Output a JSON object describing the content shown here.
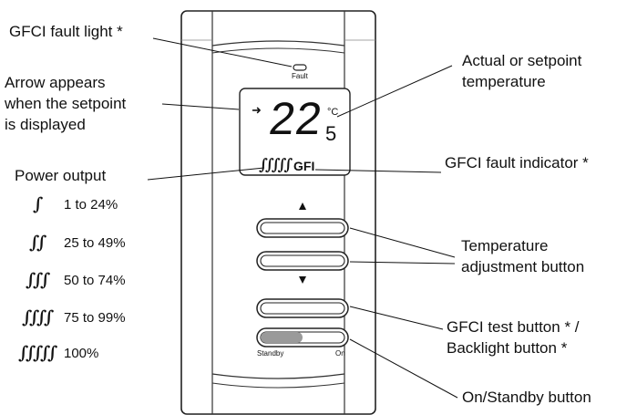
{
  "device": {
    "fault_label": "Fault",
    "temperature_main": "22",
    "temperature_decimal": "5",
    "unit": "°C",
    "arrow_symbol": "➜",
    "waves": "∫∫∫∫∫",
    "gfi_label": "GFI",
    "standby_label": "Standby",
    "on_label": "On"
  },
  "callouts": {
    "gfci_fault_light": "GFCI fault light *",
    "arrow_line1": "Arrow appears",
    "arrow_line2": "when the setpoint",
    "arrow_line3": "is displayed",
    "temperature_line1": "Actual or setpoint",
    "temperature_line2": "temperature",
    "gfci_fault_indicator": "GFCI fault indicator *",
    "power_output": "Power output",
    "temp_adj_line1": "Temperature",
    "temp_adj_line2": "adjustment button",
    "gfci_test_line1": "GFCI test button * /",
    "gfci_test_line2": "Backlight button *",
    "on_standby": "On/Standby button"
  },
  "power_legend": [
    {
      "waves": "∫",
      "range": "1 to 24%"
    },
    {
      "waves": "∫∫",
      "range": "25 to 49%"
    },
    {
      "waves": "∫∫∫",
      "range": "50 to 74%"
    },
    {
      "waves": "∫∫∫∫",
      "range": "75 to 99%"
    },
    {
      "waves": "∫∫∫∫∫",
      "range": "100%"
    }
  ]
}
